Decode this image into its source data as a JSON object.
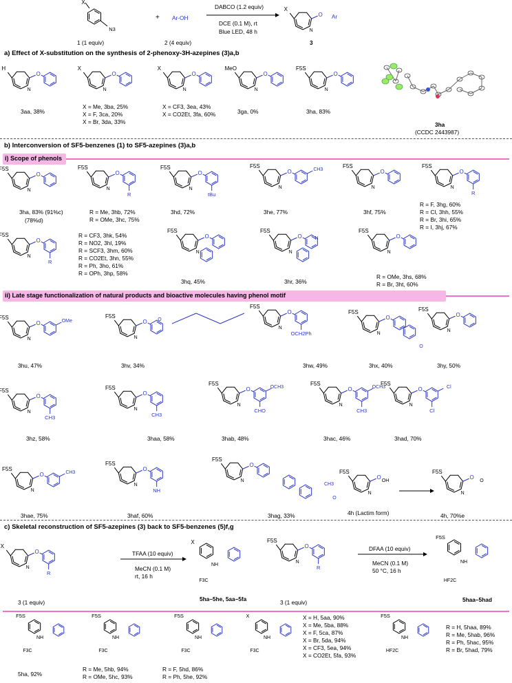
{
  "header": {
    "reagent1": "1 (1 equiv)",
    "reagent2": "2 (4 equiv)",
    "aroh": "Ar-OH",
    "plus": "+",
    "cond1": "DABCO (1.2 equiv)",
    "cond2": "DCE (0.1 M), rt",
    "cond3": "Blue LED, 48 h",
    "product": "3"
  },
  "section_a": {
    "title": "a) Effect of X-substitution on the synthesis of 2-phenoxy-3H-azepines (3)a,b",
    "items": [
      {
        "label": "3aa, 38%"
      },
      {
        "label": "X = Me, 3ba, 25%"
      },
      {
        "label": "X = F, 3ca, 20%"
      },
      {
        "label": "X = Br, 3da, 33%"
      },
      {
        "label": "X = CF3, 3ea, 43%"
      },
      {
        "label": "X = CO2Et, 3fa, 60%"
      },
      {
        "label": "3ga, 0%"
      },
      {
        "label": "3ha, 83%"
      },
      {
        "label": "3ha"
      },
      {
        "label": "(CCDC 2443987)"
      }
    ]
  },
  "section_b": {
    "title": "b) Interconversion of SF5-benzenes (1) to SF5-azepines (3)a,b",
    "sub1": "i) Scope of phenols",
    "sub2": "ii) Late stage functionalization of natural products and bioactive molecules having phenol motif",
    "phenols": [
      "3ha, 83% (91%c)",
      "(78%d)",
      "R = Me, 3hb, 72%",
      "R = OMe, 3hc, 75%",
      "3hd, 72%",
      "3he, 77%",
      "3hf, 75%",
      "R = F, 3hg, 60%",
      "R = Cl, 3hh, 55%",
      "R = Br, 3hi, 65%",
      "R = I, 3hj, 67%",
      "R = CF3, 3hk, 54%",
      "R = NO2, 3hl, 19%",
      "R = SCF3, 3hm, 60%",
      "R = CO2Et, 3hn, 55%",
      "R = Ph, 3ho, 61%",
      "R = OPh, 3hp, 58%",
      "3hq, 45%",
      "3hr, 36%",
      "R = OMe, 3hs, 68%",
      "R = Br, 3ht, 60%"
    ],
    "natural": [
      "3hu, 47%",
      "3hv, 34%",
      "3hw, 49%",
      "3hx, 40%",
      "3hy, 50%",
      "3hz, 58%",
      "3haa, 58%",
      "3hab, 48%",
      "3hac, 46%",
      "3had, 70%",
      "3hae, 75%",
      "3haf, 60%",
      "3hag, 33%",
      "4h (Lactim form)",
      "4h, 70%e"
    ]
  },
  "section_c": {
    "title": "c) Skeletal reconstruction of SF5-azepines (3) back to SF5-benzenes (5)f,g",
    "left_start": "3 (1 equiv)",
    "left_c1": "TFAA (10 equiv)",
    "left_c2": "MeCN (0.1 M)",
    "left_c3": "rt, 16 h",
    "left_prod": "5ha–5he, 5aa–5fa",
    "right_start": "3 (1 equiv)",
    "right_c1": "DFAA (10 equiv)",
    "right_c2": "MeCN (0.1 M)",
    "right_c3": "50 °C, 16 h",
    "right_prod": "5haa–5had",
    "results": [
      "5ha, 92%",
      "R = Me, 5hb, 94%",
      "R = OMe, 5hc, 93%",
      "R = F, 5hd, 86%",
      "R = Ph, 5he, 92%",
      "X = H, 5aa, 90%",
      "X = Me, 5ba, 88%",
      "X = F, 5ca, 87%",
      "X = Br, 5da, 94%",
      "X = CF3, 5ea, 94%",
      "X = CO2Et, 5fa, 93%",
      "R = H, 5haa, 89%",
      "R = Me, 5hab, 96%",
      "R = Ph, 5hac, 95%",
      "R = Br, 5had, 79%"
    ]
  },
  "atoms": {
    "X": "X",
    "H": "H",
    "MeO": "MeO",
    "F5S": "F5S",
    "R": "R",
    "N": "N",
    "O": "O",
    "N3": "N3",
    "Ar": "Ar",
    "tBu": "tBu",
    "OMe": "OMe",
    "OCH2Ph": "OCH2Ph",
    "CHO": "CHO",
    "OCH3": "OCH3",
    "CH3": "CH3",
    "Cl": "Cl",
    "OH": "OH",
    "F3C": "F3C",
    "HF2C": "HF2C",
    "NH": "NH",
    "H_": "H"
  },
  "colors": {
    "pink": "#f6b6e6",
    "pinkLine": "#ee6fcc",
    "blue": "#2a36c8"
  }
}
